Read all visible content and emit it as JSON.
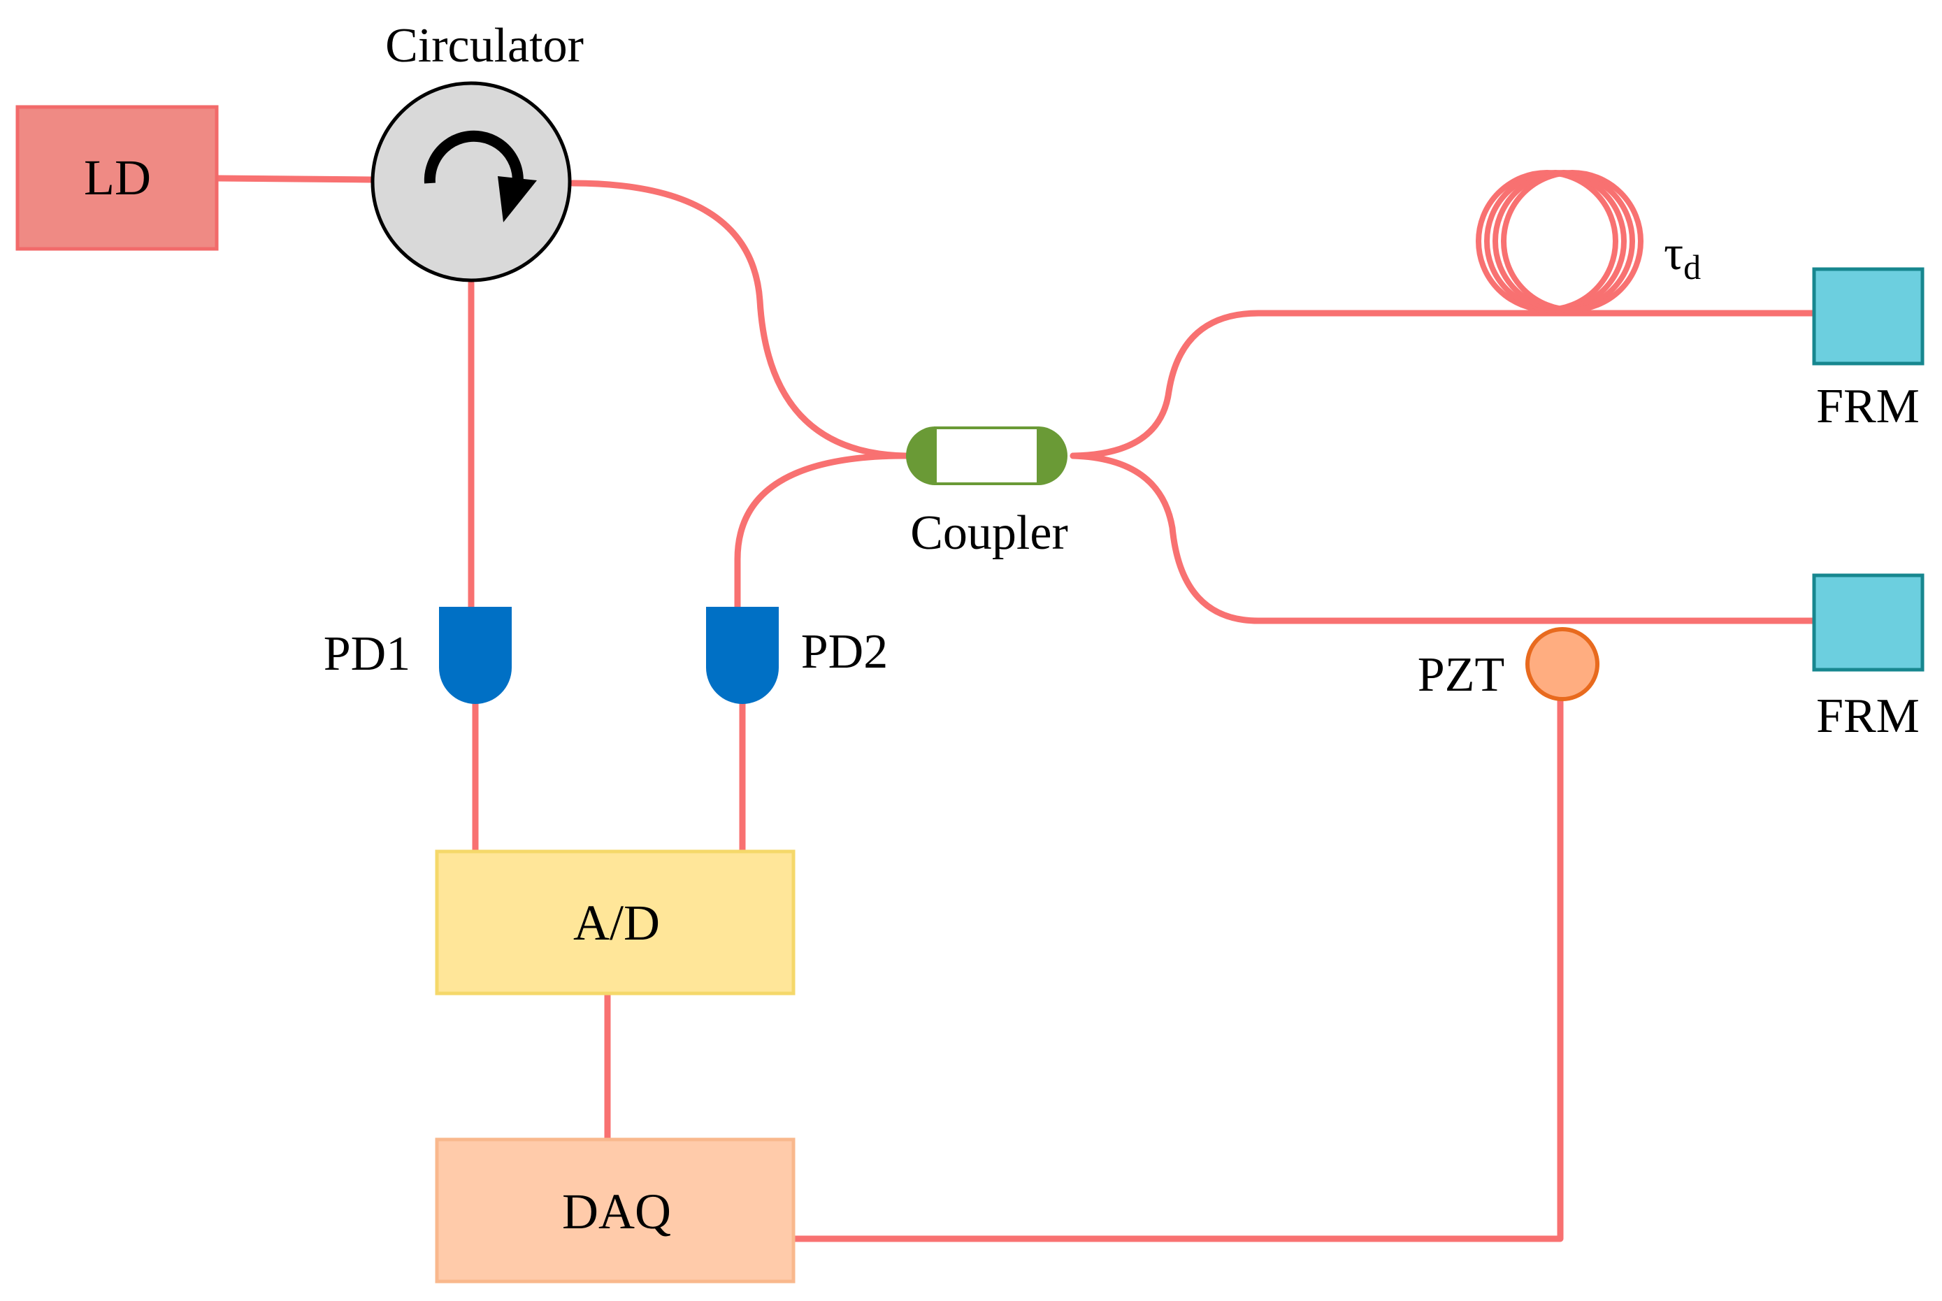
{
  "diagram": {
    "labels": {
      "ld": "LD",
      "circulator": "Circulator",
      "coupler": "Coupler",
      "tau_symbol": "τ",
      "tau_subscript": "d",
      "frm_top": "FRM",
      "frm_bottom": "FRM",
      "pd1": "PD1",
      "pd2": "PD2",
      "pzt": "PZT",
      "ad": "A/D",
      "daq": "DAQ"
    },
    "colors": {
      "fiber": "#f87171",
      "ld_fill": "#ef8a84",
      "ld_stroke": "#f26a6a",
      "circulator_fill": "#d9d9d9",
      "coupler_green": "#6a9a36",
      "frm_fill": "#6ccfdf",
      "frm_stroke": "#17878f",
      "pd_fill": "#0070c5",
      "pzt_fill": "#ffad80",
      "pzt_stroke": "#e86a1e",
      "ad_fill": "#ffe699",
      "ad_stroke": "#f5d86a",
      "daq_fill": "#ffcbaa",
      "daq_stroke": "#f9b88d"
    }
  }
}
